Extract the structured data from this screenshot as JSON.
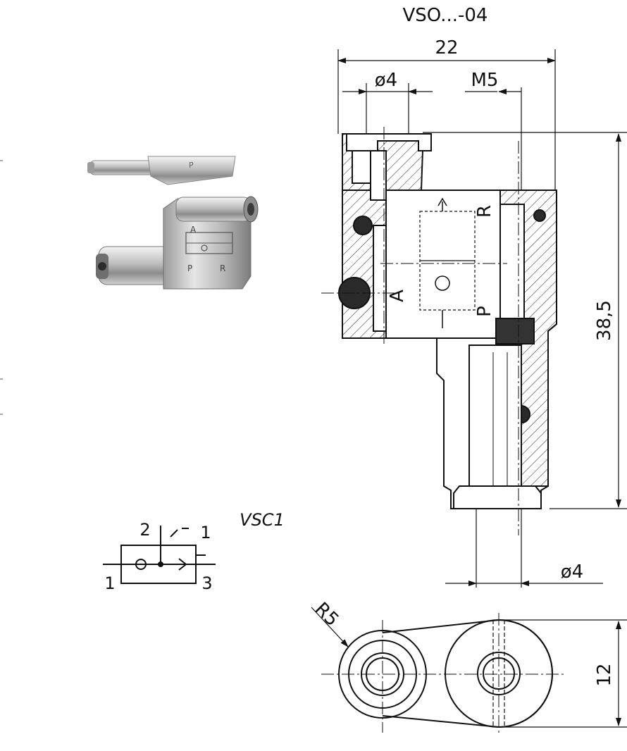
{
  "title": "VSO...-04",
  "dimensions": {
    "overall_width": "22",
    "tube_inlet": "ø4",
    "thread": "M5",
    "height": "38,5",
    "tube_outlet": "ø4",
    "radius": "R5",
    "body_width": "12"
  },
  "symbol": {
    "name": "VSC1",
    "port_2": "2",
    "port_1_top": "1",
    "port_1": "1",
    "port_3": "3"
  },
  "valve_markings": {
    "port_a": "A",
    "port_p": "P",
    "port_r": "R"
  },
  "colors": {
    "line": "#111111",
    "hatch": "#333333",
    "seal": "#2a2a2a",
    "metal_light": "#e8e8e8",
    "metal_dark": "#7a7a7a"
  }
}
